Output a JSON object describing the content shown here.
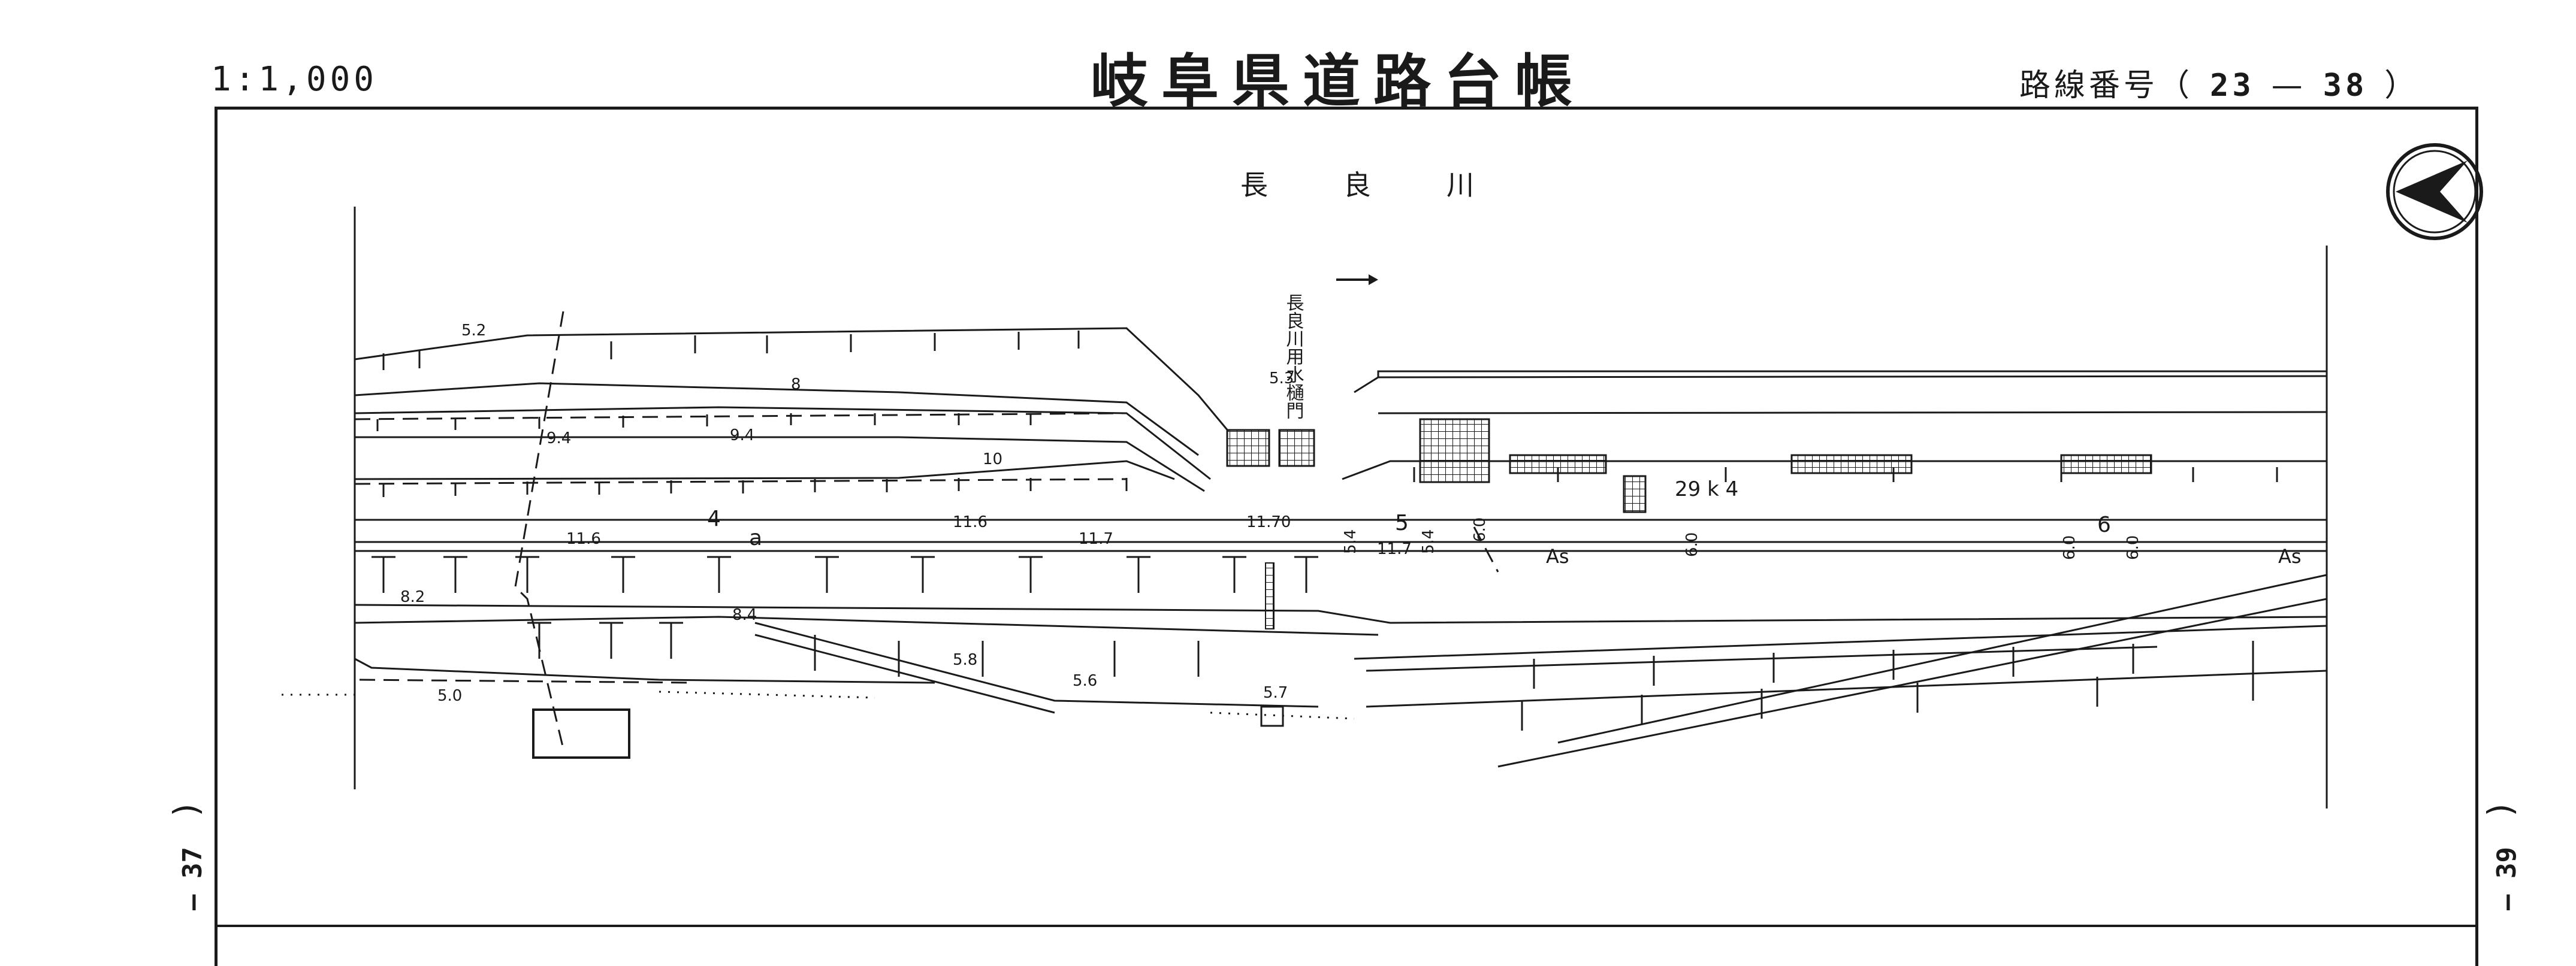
{
  "header": {
    "scale": "1:1,000",
    "title": "岐阜県道路台帳",
    "route_label": "路線番号（",
    "route_num_a": "23",
    "route_dash": "—",
    "route_num_b": "38",
    "route_close": "）"
  },
  "side": {
    "left_page": "— 37",
    "right_page": "— 39",
    "paren": ")"
  },
  "map": {
    "river_name": "長　良　川",
    "facility_name": "長良川用水樋門",
    "station_label": "29 k 4",
    "road_surface_left": "As",
    "road_surface_right": "As",
    "lane_numbers": [
      "4",
      "5",
      "6"
    ],
    "lane_letter": "a",
    "elevations": [
      "5.2",
      "8",
      "9.4",
      "9.4",
      "10",
      "11.6",
      "11.6",
      "11.7",
      "11.70",
      "11.7",
      "8.2",
      "8.4",
      "5.8",
      "5.6",
      "5.0",
      "5.7",
      "5.3"
    ],
    "widths": [
      "5.4",
      "5.4",
      "6.0",
      "6.0",
      "6.0",
      "6.0"
    ],
    "colors": {
      "ink": "#1a1a1a",
      "paper": "#ffffff"
    },
    "icons": [
      "north-arrow-icon",
      "flow-arrow-icon"
    ]
  }
}
